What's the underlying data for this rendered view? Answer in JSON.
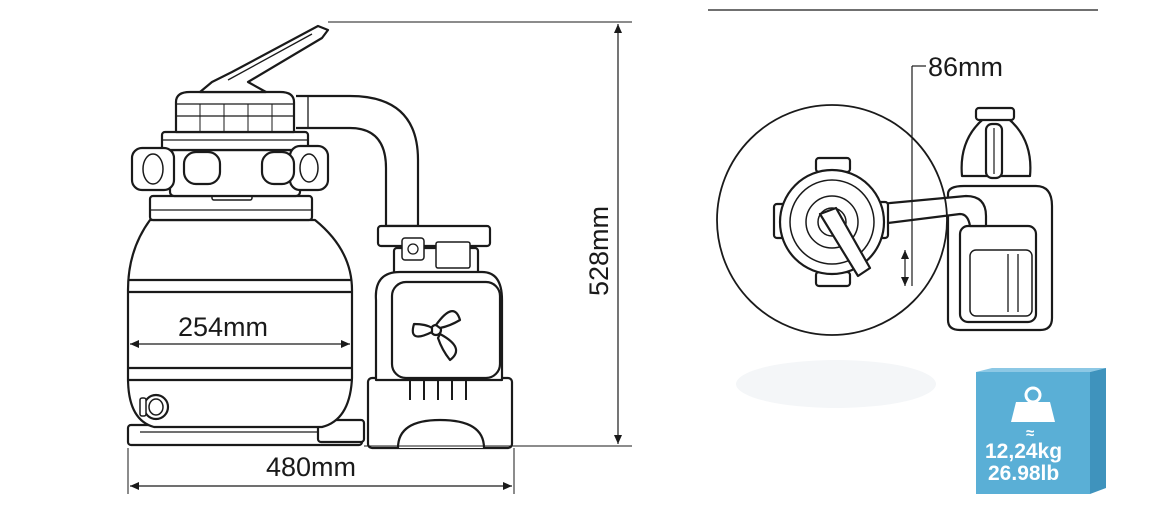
{
  "dimensions": {
    "tank_width": "254mm",
    "base_width": "480mm",
    "height": "528mm",
    "offset": "86mm"
  },
  "weight_badge": {
    "approx_symbol": "≈",
    "weight_kg": "12,24kg",
    "weight_lb": "26.98lb",
    "icon": "weight-icon",
    "color": "#5aafd6"
  },
  "colors": {
    "line": "#1a1a1a",
    "body_fill": "#ffffff",
    "badge": "#5aafd6",
    "badge_top": "#8cc8e5",
    "badge_side": "#3f93bd"
  }
}
